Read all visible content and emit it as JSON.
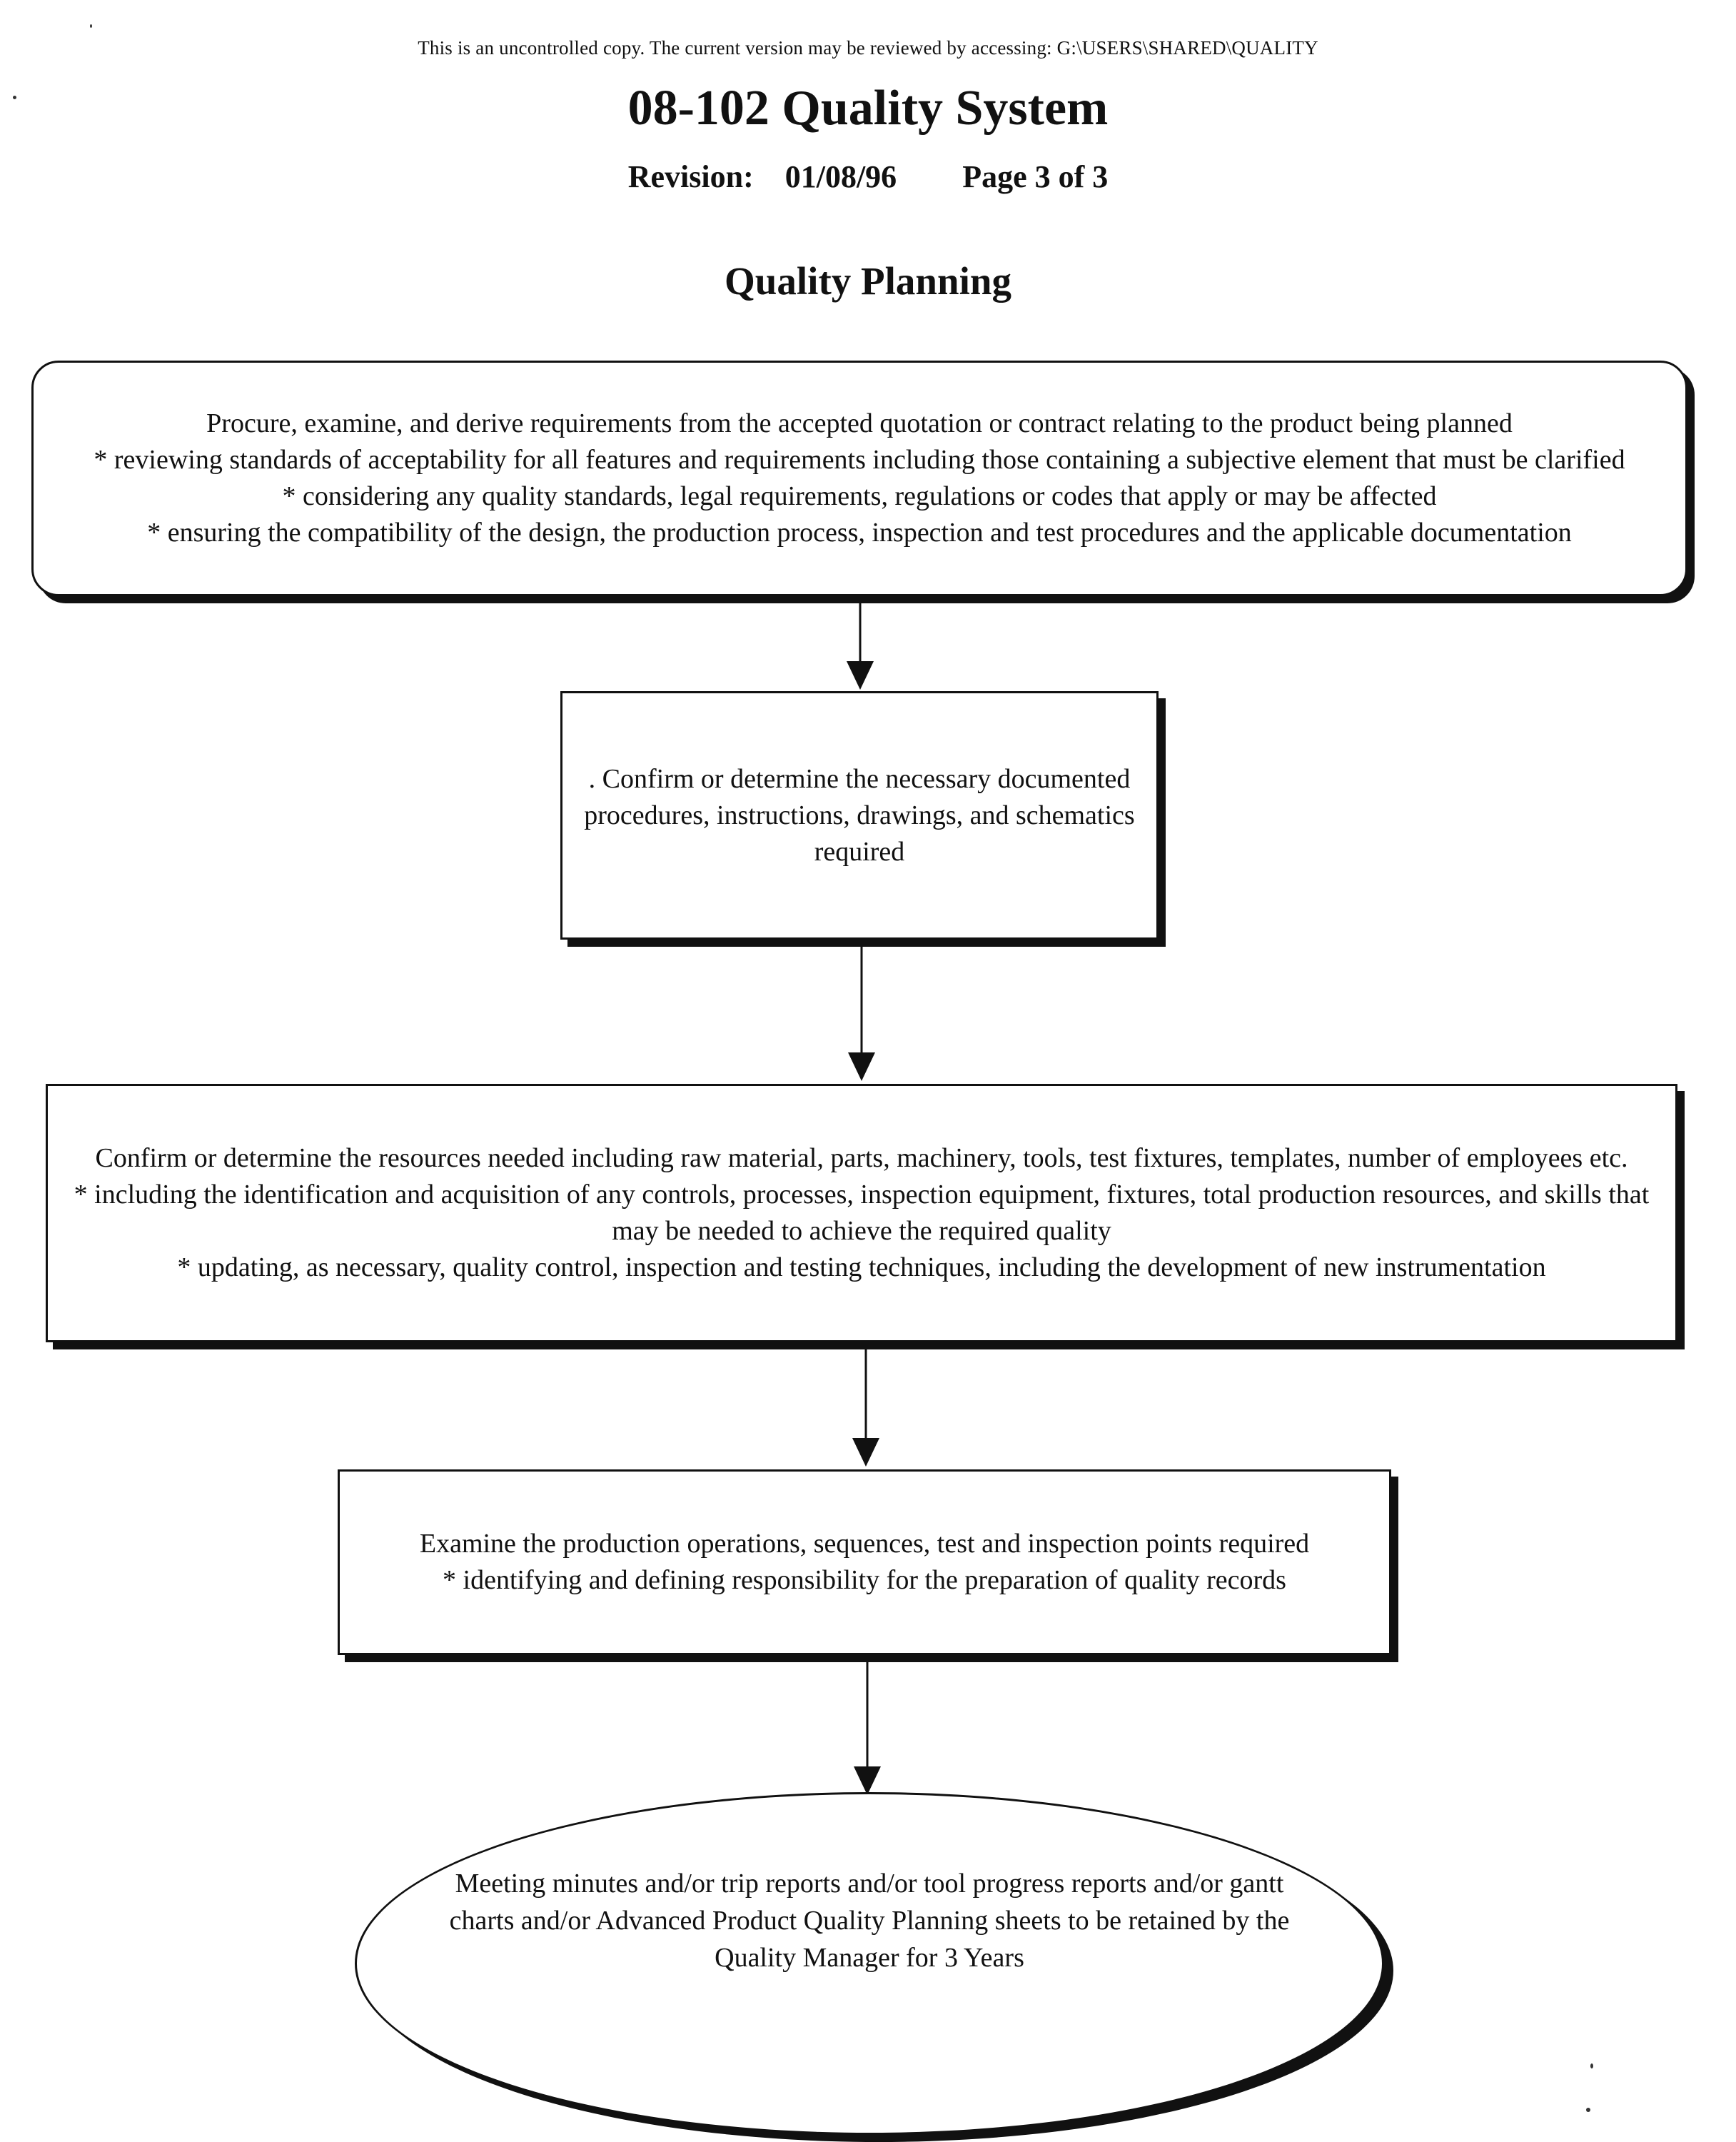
{
  "header": {
    "notice": "This is an uncontrolled copy.  The current version may be reviewed by accessing:  G:\\USERS\\SHARED\\QUALITY",
    "title": "08-102 Quality System",
    "revision_label": "Revision:",
    "revision_date": "01/08/96",
    "page": "Page 3 of 3"
  },
  "section_title": "Quality Planning",
  "flow": {
    "step1": [
      "Procure, examine, and derive requirements from the accepted quotation or contract relating to the product being planned",
      "*  reviewing standards of acceptability for all features and requirements including those containing a subjective element that must be clarified",
      "*  considering any quality standards, legal requirements, regulations or codes that apply or may be affected",
      "*  ensuring the compatibility of the design, the production process, inspection and test procedures and the applicable documentation"
    ],
    "step2": [
      ".  Confirm or determine the necessary documented procedures, instructions, drawings, and schematics required"
    ],
    "step3": [
      "Confirm or determine the resources needed including raw material, parts, machinery, tools, test fixtures, templates, number of employees etc.",
      "*  including the identification and acquisition of any controls, processes, inspection equipment, fixtures, total production resources, and skills that may be needed to achieve the required quality",
      "*  updating, as necessary, quality control, inspection and testing techniques, including the development of new instrumentation"
    ],
    "step4": [
      "Examine the production operations, sequences, test and inspection points required",
      "*  identifying and defining responsibility for the preparation of quality records"
    ],
    "end": [
      "Meeting minutes and/or trip reports and/or tool progress reports and/or gantt charts and/or Advanced Product Quality Planning sheets to be retained by the Quality Manager for 3 Years"
    ]
  },
  "colors": {
    "ink": "#111111",
    "paper": "#ffffff"
  }
}
